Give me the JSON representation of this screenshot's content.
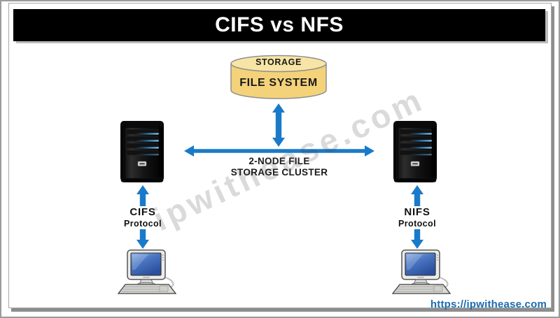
{
  "frame": {
    "title": "CIFS vs NFS"
  },
  "storage": {
    "top_label": "STORAGE",
    "main_label": "FILE SYSTEM"
  },
  "cluster": {
    "line1": "2-NODE FILE",
    "line2": "STORAGE CLUSTER"
  },
  "left": {
    "protocol": "CIFS",
    "sub": "Protocol"
  },
  "right": {
    "protocol": "NIFS",
    "sub": "Protocol"
  },
  "watermark": "ipwithease.com",
  "footer": {
    "url": "https://ipwithease.com"
  },
  "colors": {
    "arrow_blue": "#1a7ac9",
    "cylinder_body": "#F4D279",
    "cylinder_top": "#F8E5A6",
    "cylinder_border": "#8f8f8f",
    "title_bg": "#000000",
    "title_text": "#FFFFFF",
    "link_blue": "#1A6CB0",
    "frame_gray": "#9b9b9b"
  }
}
